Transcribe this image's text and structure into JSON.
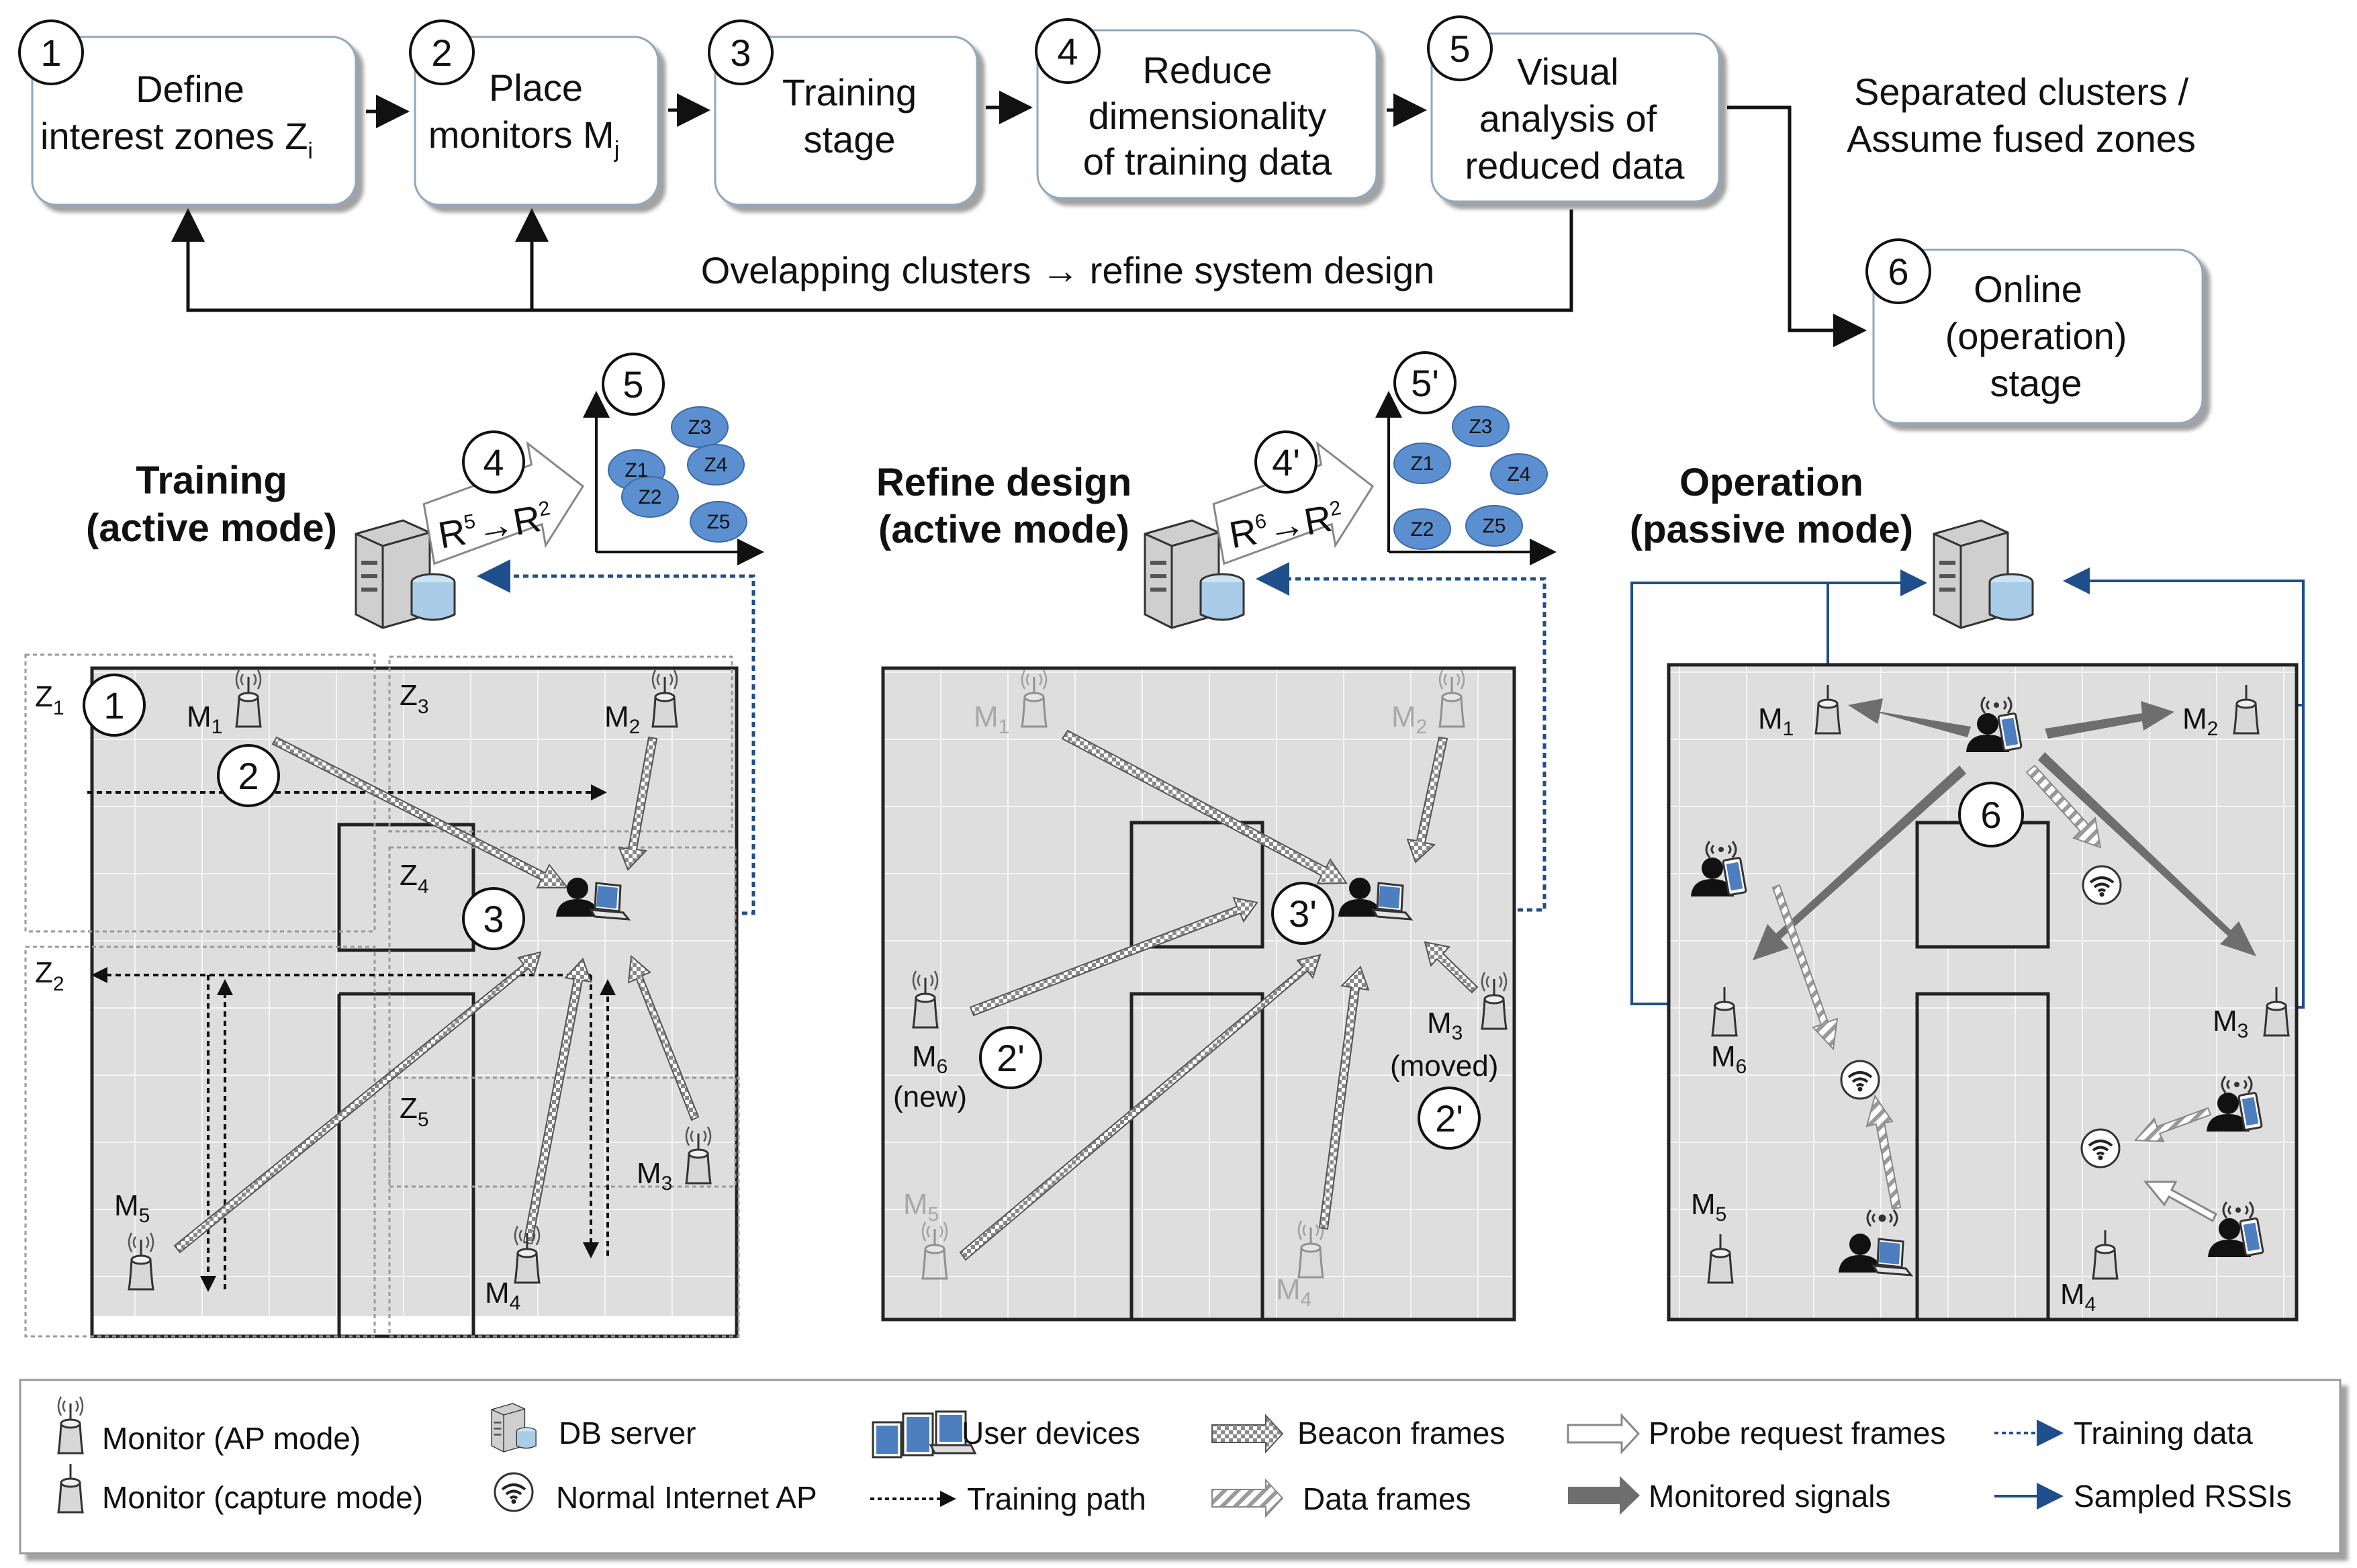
{
  "flow": {
    "steps": [
      {
        "num": "1",
        "line1": "Define",
        "line2": "interest zones Z",
        "sub": "i"
      },
      {
        "num": "2",
        "line1": "Place",
        "line2": "monitors M",
        "sub": "j"
      },
      {
        "num": "3",
        "line1": "Training",
        "line2": "stage"
      },
      {
        "num": "4",
        "line1": "Reduce",
        "line2": "dimensionality",
        "line3": "of training data"
      },
      {
        "num": "5",
        "line1": "Visual",
        "line2": "analysis of",
        "line3": "reduced data"
      },
      {
        "num": "6",
        "line1": "Online",
        "line2": "(operation)",
        "line3": "stage"
      }
    ],
    "separated_line1": "Separated clusters /",
    "separated_line2": "Assume fused zones",
    "overlap_text": "Ovelapping clusters → refine system design"
  },
  "panels": {
    "training": {
      "title1": "Training",
      "title2": "(active mode)",
      "reduce_num": "4",
      "plot_num": "5",
      "reduce_from": "R",
      "reduce_from_sup": "5",
      "reduce_arrow": "→",
      "reduce_to": "R",
      "reduce_to_sup": "2",
      "clusters": [
        "Z3",
        "Z1",
        "Z4",
        "Z2",
        "Z5"
      ],
      "zones": {
        "z1": "Z",
        "z1s": "1",
        "z2": "Z",
        "z2s": "2",
        "z3": "Z",
        "z3s": "3",
        "z4": "Z",
        "z4s": "4",
        "z5": "Z",
        "z5s": "5"
      },
      "monitors": {
        "m1": "M",
        "m1s": "1",
        "m2": "M",
        "m2s": "2",
        "m3": "M",
        "m3s": "3",
        "m4": "M",
        "m4s": "4",
        "m5": "M",
        "m5s": "5"
      },
      "markers": [
        "1",
        "2",
        "3"
      ]
    },
    "refine": {
      "title1": "Refine design",
      "title2": "(active mode)",
      "reduce_num": "4'",
      "plot_num": "5'",
      "reduce_from": "R",
      "reduce_from_sup": "6",
      "reduce_arrow": "→",
      "reduce_to": "R",
      "reduce_to_sup": "2",
      "clusters": [
        "Z3",
        "Z1",
        "Z4",
        "Z2",
        "Z5"
      ],
      "monitors": {
        "m1": "M",
        "m1s": "1",
        "m2": "M",
        "m2s": "2",
        "m3": "M",
        "m3s": "3",
        "m3note": "(moved)",
        "m4": "M",
        "m4s": "4",
        "m5": "M",
        "m5s": "5",
        "m6": "M",
        "m6s": "6",
        "m6note": "(new)"
      },
      "markers": [
        "3'",
        "2'",
        "2'"
      ]
    },
    "operation": {
      "title1": "Operation",
      "title2": "(passive mode)",
      "monitors": {
        "m1": "M",
        "m1s": "1",
        "m2": "M",
        "m2s": "2",
        "m3": "M",
        "m3s": "3",
        "m4": "M",
        "m4s": "4",
        "m5": "M",
        "m5s": "5",
        "m6": "M",
        "m6s": "6"
      },
      "marker": "6"
    }
  },
  "legend": [
    {
      "icon": "monitor-ap-icon",
      "label": "Monitor (AP mode)"
    },
    {
      "icon": "monitor-capture-icon",
      "label": "Monitor (capture mode)"
    },
    {
      "icon": "db-server-icon",
      "label": "DB server"
    },
    {
      "icon": "wifi-ap-icon",
      "label": "Normal Internet AP"
    },
    {
      "icon": "user-devices-icon",
      "label": "User devices"
    },
    {
      "icon": "training-path-icon",
      "label": "Training path"
    },
    {
      "icon": "beacon-frames-icon",
      "label": "Beacon frames"
    },
    {
      "icon": "data-frames-icon",
      "label": "Data frames"
    },
    {
      "icon": "probe-request-icon",
      "label": "Probe request frames"
    },
    {
      "icon": "monitored-signals-icon",
      "label": "Monitored signals"
    },
    {
      "icon": "training-data-icon",
      "label": "Training data"
    },
    {
      "icon": "sampled-rssi-icon",
      "label": "Sampled RSSIs"
    }
  ],
  "colors": {
    "cluster_fill": "#5b8fd0",
    "blue_line": "#1f4e8c",
    "floor": "#e0e0e0",
    "signal_grey": "#6e6e6e"
  }
}
